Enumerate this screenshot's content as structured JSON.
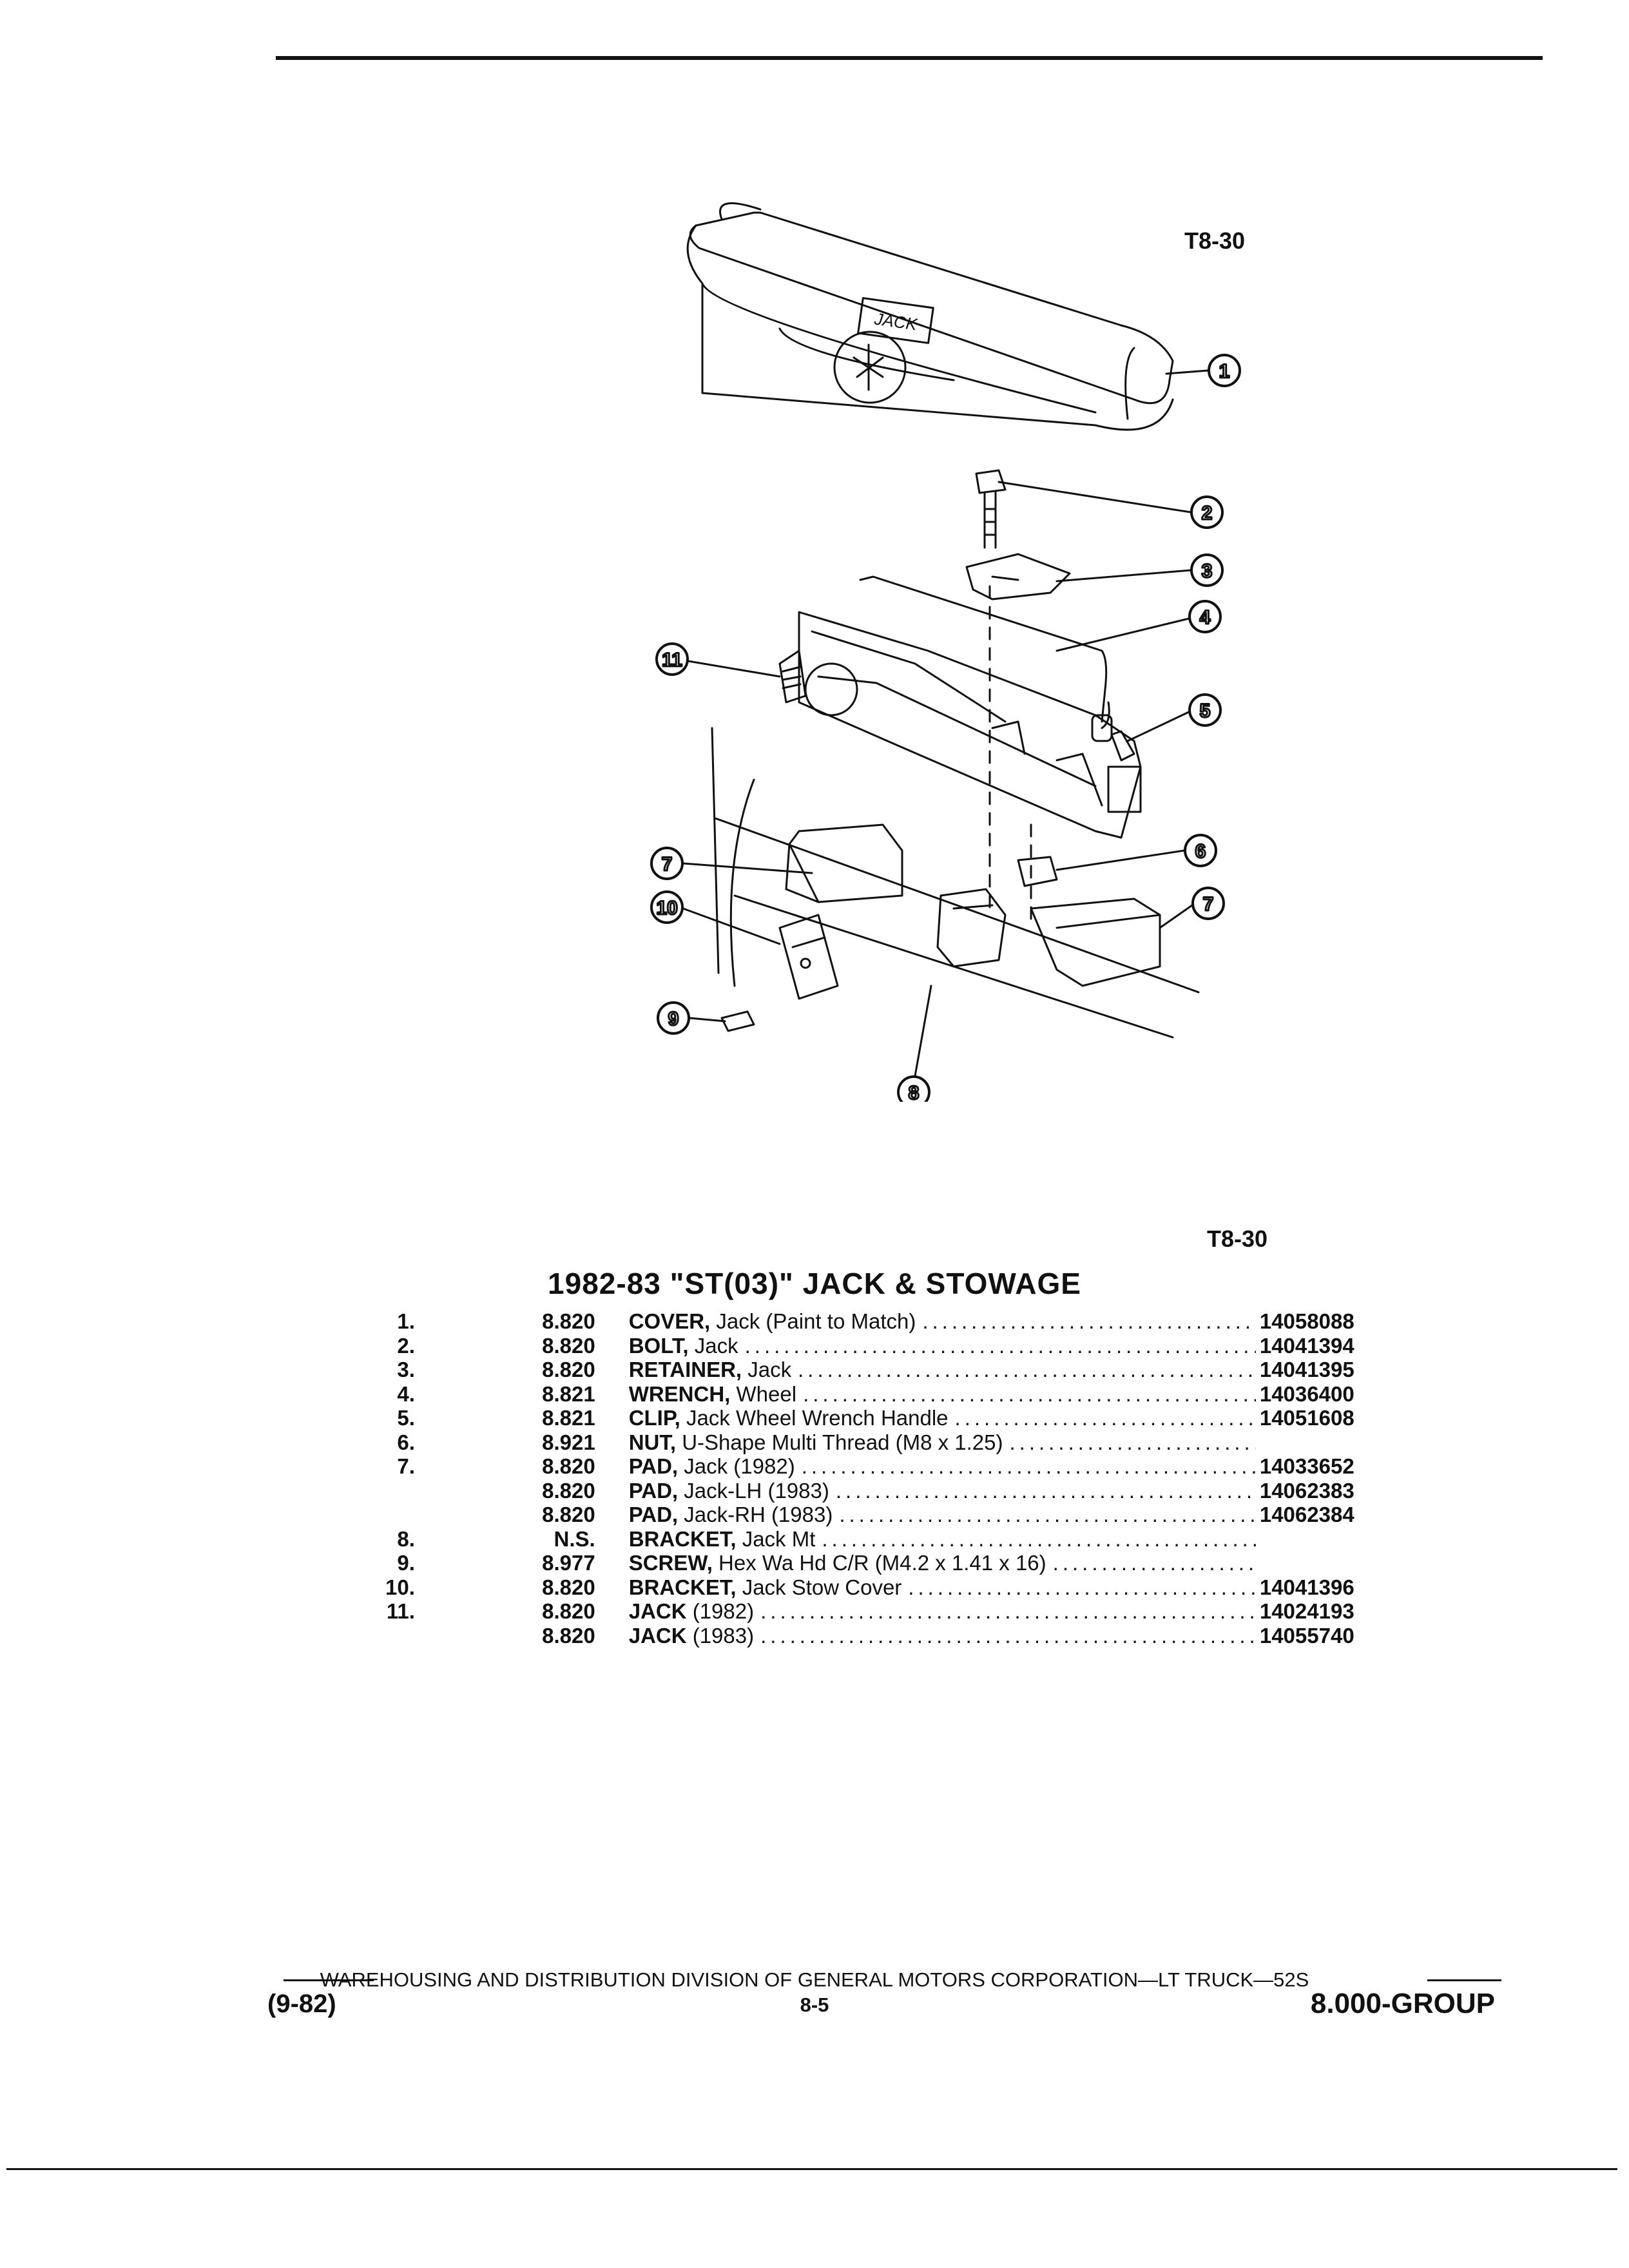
{
  "figure": {
    "code_top": "T8-30",
    "code_bottom": "T8-30",
    "callouts": [
      "1",
      "2",
      "3",
      "4",
      "5",
      "6",
      "7",
      "7",
      "8",
      "9",
      "10",
      "11"
    ],
    "jack_label": "JACK"
  },
  "section": {
    "title": "1982-83 \"ST(03)\" JACK & STOWAGE"
  },
  "parts": [
    {
      "item": "1.",
      "group": "8.820",
      "name": "COVER,",
      "desc": "Jack (Paint to Match)",
      "part": "14058088"
    },
    {
      "item": "2.",
      "group": "8.820",
      "name": "BOLT,",
      "desc": "Jack",
      "part": "14041394"
    },
    {
      "item": "3.",
      "group": "8.820",
      "name": "RETAINER,",
      "desc": "Jack",
      "part": "14041395"
    },
    {
      "item": "4.",
      "group": "8.821",
      "name": "WRENCH,",
      "desc": "Wheel",
      "part": "14036400"
    },
    {
      "item": "5.",
      "group": "8.821",
      "name": "CLIP,",
      "desc": "Jack Wheel Wrench Handle",
      "part": "14051608"
    },
    {
      "item": "6.",
      "group": "8.921",
      "name": "NUT,",
      "desc": "U-Shape Multi Thread (M8 x 1.25)",
      "part": ""
    },
    {
      "item": "7.",
      "group": "8.820",
      "name": "PAD,",
      "desc": "Jack (1982)",
      "part": "14033652"
    },
    {
      "item": "",
      "group": "8.820",
      "name": "PAD,",
      "desc": "Jack-LH (1983)",
      "part": "14062383"
    },
    {
      "item": "",
      "group": "8.820",
      "name": "PAD,",
      "desc": "Jack-RH (1983)",
      "part": "14062384"
    },
    {
      "item": "8.",
      "group": "N.S.",
      "name": "BRACKET,",
      "desc": "Jack Mt",
      "part": ""
    },
    {
      "item": "9.",
      "group": "8.977",
      "name": "SCREW,",
      "desc": "Hex Wa Hd C/R (M4.2 x 1.41 x 16)",
      "part": ""
    },
    {
      "item": "10.",
      "group": "8.820",
      "name": "BRACKET,",
      "desc": "Jack Stow Cover",
      "part": "14041396"
    },
    {
      "item": "11.",
      "group": "8.820",
      "name": "JACK",
      "desc": "(1982)",
      "part": "14024193"
    },
    {
      "item": "",
      "group": "8.820",
      "name": "JACK",
      "desc": "(1983)",
      "part": "14055740"
    }
  ],
  "footer": {
    "division": "WAREHOUSING AND DISTRIBUTION  DIVISION OF GENERAL MOTORS CORPORATION—LT TRUCK—52S",
    "date": "(9-82)",
    "page": "8-5",
    "group": "8.000-GROUP"
  }
}
